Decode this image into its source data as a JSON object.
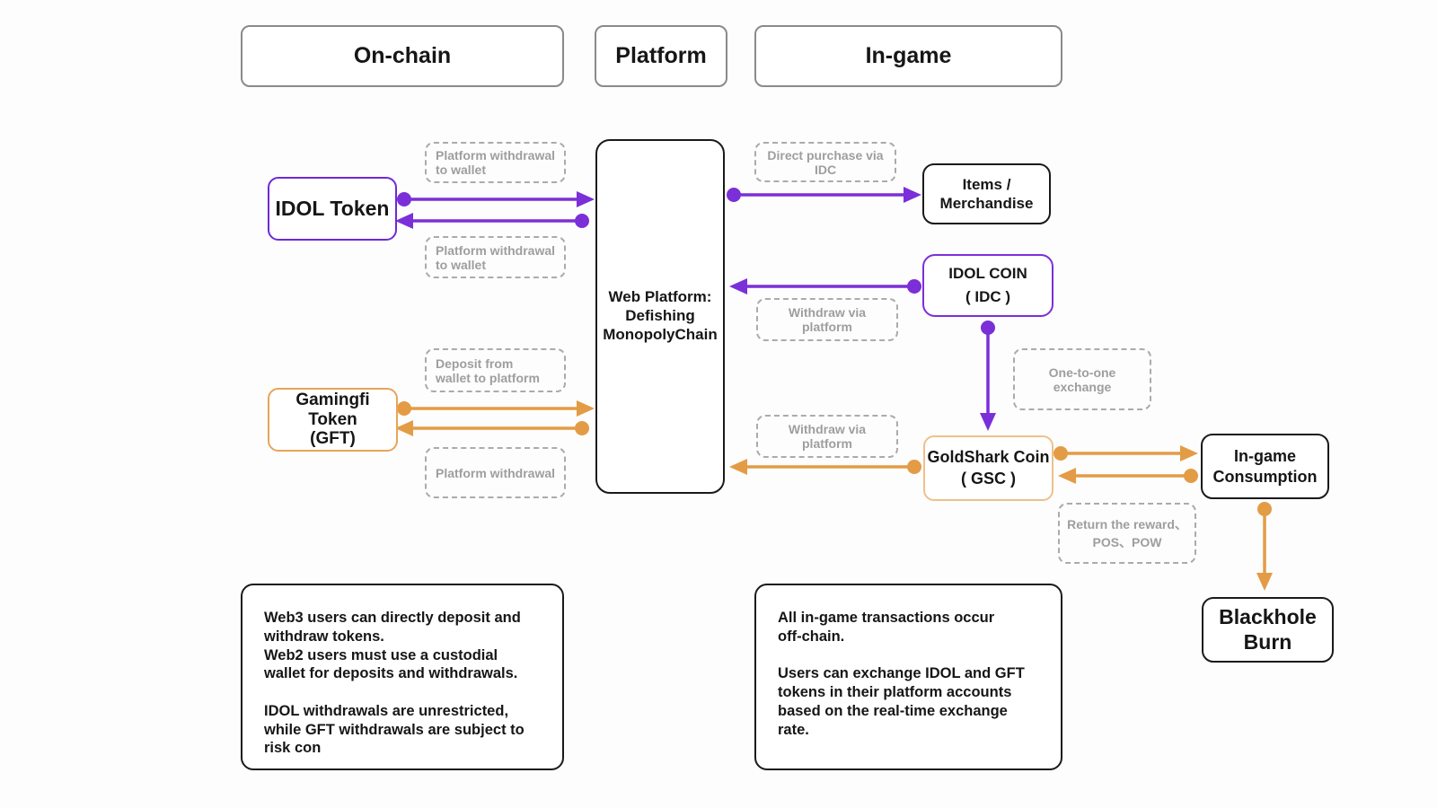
{
  "palette": {
    "purple": "#7B2FD8",
    "orange": "#E39C45",
    "orange_box_border": "#E8A45A",
    "black_border": "#1a1a1a",
    "header_border": "#8a8a8a",
    "label_gray": "#9e9e9e"
  },
  "headers": {
    "on_chain": "On-chain",
    "platform": "Platform",
    "in_game": "In-game"
  },
  "nodes": {
    "idol_token": "IDOL Token",
    "web_platform": "Web Platform:\nDefishing\nMonopolyChain",
    "items_merchandise": "Items /\nMerchandise",
    "idol_coin": "IDOL  COIN\n( IDC )",
    "gamingfi_token": "Gamingfi Token\n(GFT)",
    "goldshark_coin": "GoldShark Coin\n( GSC )",
    "ingame_consumption": "In-game\nConsumption",
    "blackhole_burn": "Blackhole\nBurn"
  },
  "flow_labels": {
    "platform_withdrawal_to_wallet_top": "Platform withdrawal\nto wallet",
    "platform_withdrawal_to_wallet_bottom": "Platform withdrawal\nto wallet",
    "deposit_from_wallet": "Deposit from\nwallet to platform",
    "platform_withdrawal": "Platform withdrawal",
    "direct_purchase": "Direct purchase via IDC",
    "withdraw_via_platform_idc": "Withdraw via platform",
    "one_to_one": "One-to-one exchange",
    "withdraw_via_platform_gsc": "Withdraw via platform",
    "return_reward": "Return the reward、\nPOS、POW"
  },
  "edges": [
    {
      "from": "IDOL Token",
      "to": "Web Platform",
      "color": "purple",
      "label": "Platform withdrawal to wallet"
    },
    {
      "from": "Web Platform",
      "to": "IDOL Token",
      "color": "purple",
      "label": "Platform withdrawal to wallet"
    },
    {
      "from": "Web Platform",
      "to": "Items / Merchandise",
      "color": "purple",
      "label": "Direct purchase via IDC"
    },
    {
      "from": "IDOL COIN (IDC)",
      "to": "Web Platform",
      "color": "purple",
      "label": "Withdraw via platform"
    },
    {
      "from": "IDOL COIN (IDC)",
      "to": "GoldShark Coin (GSC)",
      "color": "purple",
      "label": "One-to-one exchange"
    },
    {
      "from": "Gamingfi Token (GFT)",
      "to": "Web Platform",
      "color": "orange",
      "label": "Deposit from wallet to platform"
    },
    {
      "from": "Web Platform",
      "to": "Gamingfi Token (GFT)",
      "color": "orange",
      "label": "Platform withdrawal"
    },
    {
      "from": "GoldShark Coin (GSC)",
      "to": "Web Platform",
      "color": "orange",
      "label": "Withdraw via platform"
    },
    {
      "from": "GoldShark Coin (GSC)",
      "to": "In-game Consumption",
      "color": "orange"
    },
    {
      "from": "In-game Consumption",
      "to": "GoldShark Coin (GSC)",
      "color": "orange",
      "label": "Return the reward、POS、POW"
    },
    {
      "from": "In-game Consumption",
      "to": "Blackhole Burn",
      "color": "orange"
    }
  ],
  "notes": {
    "web_users": "Web3 users can directly deposit and\nwithdraw tokens.\nWeb2 users must use a custodial\nwallet for deposits and withdrawals.\n\nIDOL withdrawals are unrestricted,\nwhile GFT withdrawals are subject to\nrisk con",
    "in_game": "All in-game transactions occur\noff-chain.\n\nUsers can exchange IDOL and GFT\ntokens in their platform accounts\nbased on the real-time exchange\nrate."
  }
}
